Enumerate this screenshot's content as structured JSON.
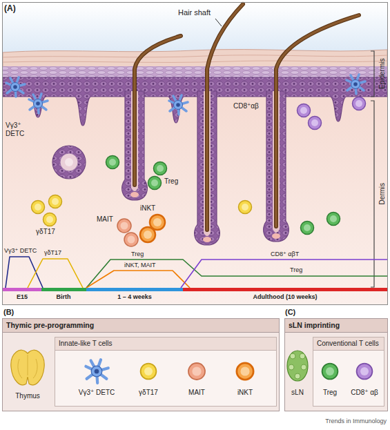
{
  "diagram": {
    "nodes": [
      {
        "text": [
          "Thymic pre-programming"
        ]
      },
      {
        "text": [
          "Innate-like T cells"
        ],
        "in": 0
      },
      {
        "text": [
          "sLN imprinting"
        ]
      },
      {
        "text": [
          "Conventional T cells"
        ],
        "in": 2
      }
    ],
    "labels": [
      "(A)",
      "Hair shaft",
      "Epidermis",
      "Dermis",
      "Vγ3⁺ DETC",
      "γδT17",
      "Treg",
      "iNKT",
      "MAIT",
      "CD8⁺αβ",
      "Vγ3⁺ DETC",
      "γδT17",
      "Treg",
      "iNKT, MAIT",
      "CD8⁺ αβT",
      "Treg",
      "E15",
      "Birth",
      "1 – 4 weeks",
      "Adulthood (10 weeks)",
      "(B)",
      "Thymus",
      "Vγ3⁺ DETC",
      "γδT17",
      "MAIT",
      "iNKT",
      "(C)",
      "sLN",
      "Treg",
      "CD8⁺ αβ",
      "Trends in Immunology"
    ]
  }
}
